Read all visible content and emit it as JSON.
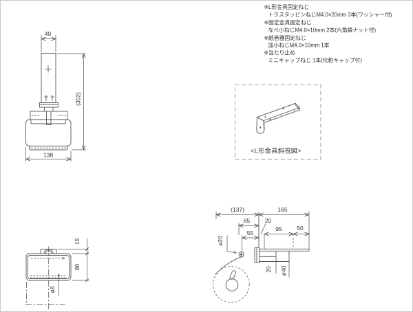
{
  "colors": {
    "line": "#555555",
    "text": "#2f2f2f",
    "bg": "#ffffff",
    "frame": "#c9c9c9"
  },
  "notes": [
    "※L形金具固定ねじ",
    "トラスタッピンねじM4.0×20mm 3本(ワッシャー付)",
    "※固定金具固定ねじ",
    "なべ小ねじM4.0×10mm 2本(六角袋ナット付)",
    "※紙巻器固定ねじ",
    "皿小ねじM4.0×10mm 1本",
    "※当たり止め",
    "ミニキャップねじ 1本(化粧キャップ付)"
  ],
  "bracket_box": {
    "label": "<L形金具斜視図>"
  },
  "dimensions": {
    "front": {
      "top_width": "40",
      "overall_height": "(302)",
      "bottom_width": "138"
    },
    "bottom": {
      "hinge_offset": "15",
      "body_height": "86",
      "spindle_dia": "ø8"
    },
    "side": {
      "overhang": "(137)",
      "arm_length": "165",
      "d65": "65",
      "d20_wall": "20",
      "d95": "95",
      "d50": "50",
      "d55": "55",
      "knob_dia": "ø20",
      "d20_shaft": "20",
      "roller_dia": "ø40"
    }
  }
}
